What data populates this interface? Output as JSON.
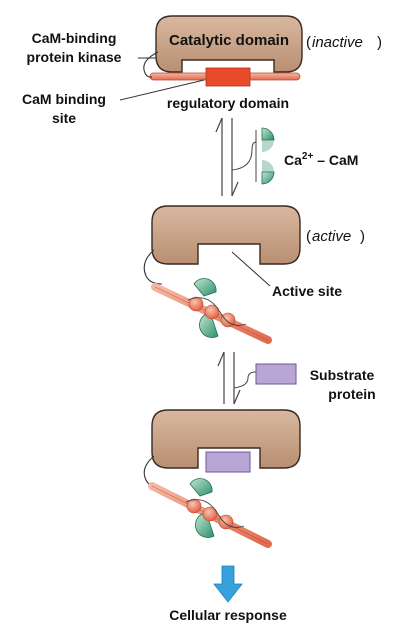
{
  "labels": {
    "catalytic_domain": "Catalytic domain",
    "inactive_open": "(",
    "inactive_word": "inactive",
    "inactive_close": ")",
    "cam_binding_kinase_line1": "CaM-binding",
    "cam_binding_kinase_line2": "protein kinase",
    "cam_binding_site_line1": "CaM binding",
    "cam_binding_site_line2": "site",
    "regulatory_domain": "regulatory domain",
    "ca_prefix": "Ca",
    "ca_superscript": "2+",
    "ca_suffix": " – CaM",
    "active_open": "(",
    "active_word": "active",
    "active_close": ")",
    "active_site": "Active site",
    "substrate_line1": "Substrate",
    "substrate_line2": "protein",
    "cellular_response": "Cellular response"
  },
  "colors": {
    "kinase_fill": "#c79f82",
    "kinase_stroke": "#3b2a20",
    "regulatory_rod": "#e8765a",
    "binding_site": "#ea4b2a",
    "cam_lobe": "#3aa07c",
    "substrate_fill": "#b9a6d6",
    "arrow_blue": "#35a2dd"
  }
}
